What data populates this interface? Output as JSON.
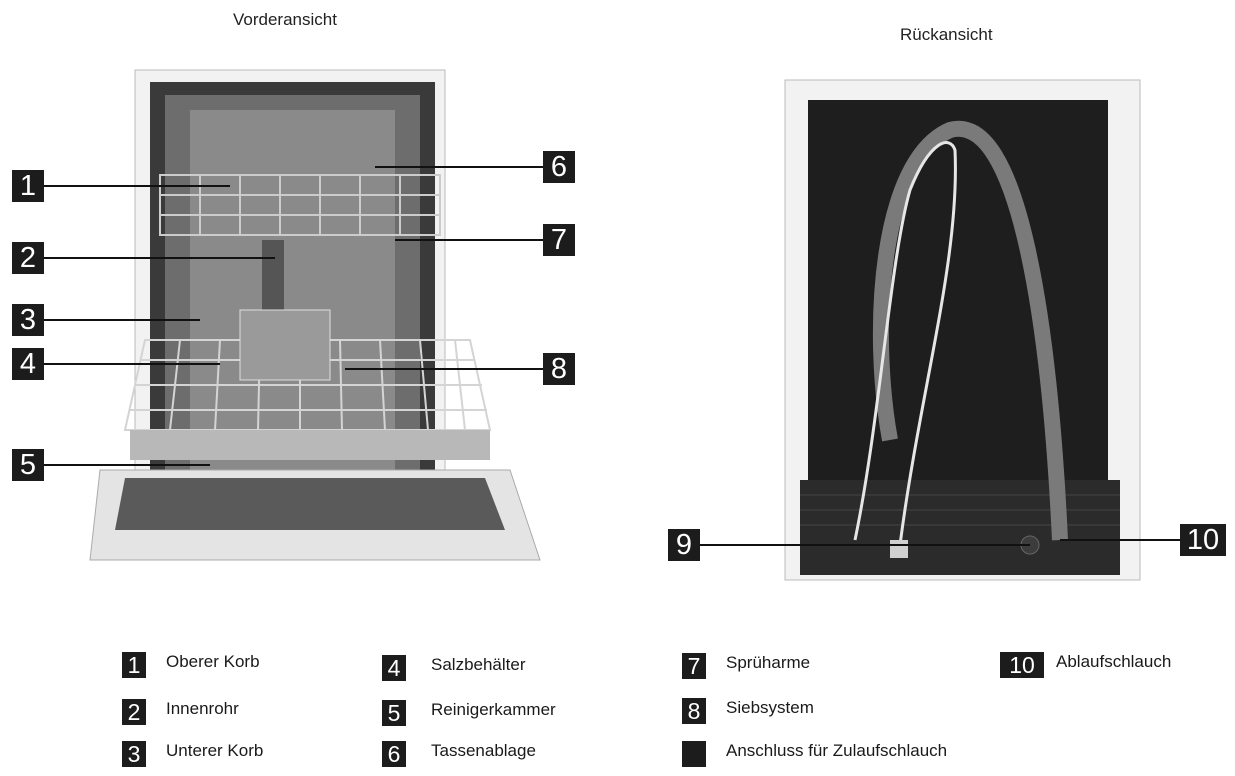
{
  "views": {
    "front_title": "Vorderansicht",
    "back_title": "Rückansicht"
  },
  "callouts": {
    "c1": "1",
    "c2": "2",
    "c3": "3",
    "c4": "4",
    "c5": "5",
    "c6": "6",
    "c7": "7",
    "c8": "8",
    "c9": "9",
    "c10": "10"
  },
  "legend": [
    {
      "number": "1",
      "label": "Oberer Korb"
    },
    {
      "number": "2",
      "label": "Innenrohr"
    },
    {
      "number": "3",
      "label": "Unterer Korb"
    },
    {
      "number": "4",
      "label": "Salzbehälter"
    },
    {
      "number": "5",
      "label": "Reinigerkammer"
    },
    {
      "number": "6",
      "label": "Tassenablage"
    },
    {
      "number": "7",
      "label": "Sprüharme"
    },
    {
      "number": "8",
      "label": "Siebsystem"
    },
    {
      "number": "",
      "label": "Anschluss für Zulaufschlauch"
    },
    {
      "number": "10",
      "label": "Ablaufschlauch"
    }
  ]
}
